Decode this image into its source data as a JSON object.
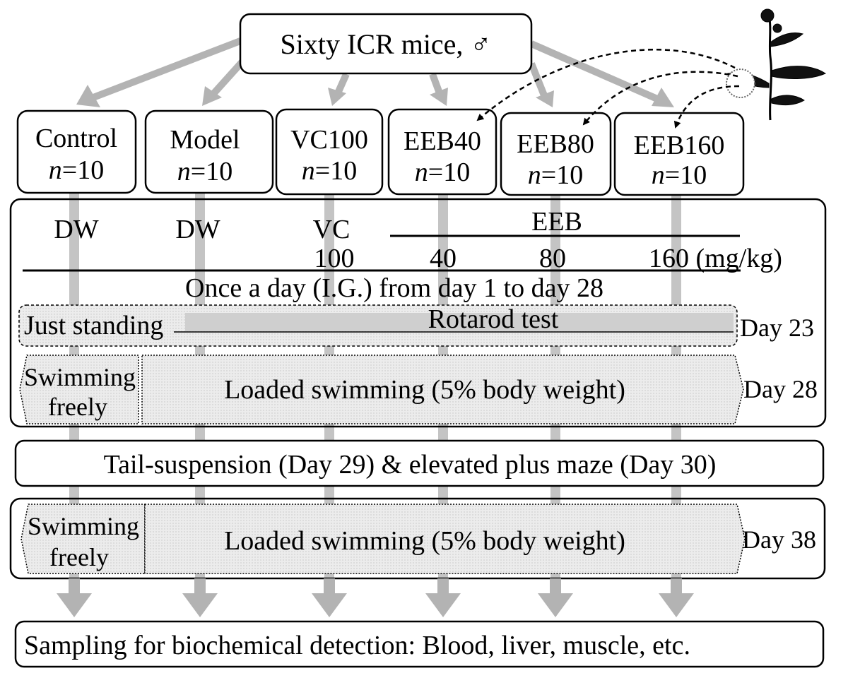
{
  "source": {
    "label": "Sixty ICR mice, ♂"
  },
  "groups": [
    {
      "name": "Control",
      "n_label": "n",
      "n_value": "=10"
    },
    {
      "name": "Model",
      "n_label": "n",
      "n_value": "=10"
    },
    {
      "name": "VC100",
      "n_label": "n",
      "n_value": "=10"
    },
    {
      "name": "EEB40",
      "n_label": "n",
      "n_value": "=10"
    },
    {
      "name": "EEB80",
      "n_label": "n",
      "n_value": "=10"
    },
    {
      "name": "EEB160",
      "n_label": "n",
      "n_value": "=10"
    }
  ],
  "treatment": {
    "control": "DW",
    "model": "DW",
    "vc": "VC",
    "vc_dose": "100",
    "eeb": "EEB",
    "eeb_dose_1": "40",
    "eeb_dose_2": "80",
    "eeb_dose_3": "160 (mg/kg)",
    "schedule": "Once a day (I.G.) from day 1 to day 28"
  },
  "rotarod": {
    "standing": "Just standing",
    "test": "Rotarod test",
    "day": "Day 23"
  },
  "swim_1": {
    "free_line1": "Swimming",
    "free_line2": "freely",
    "loaded": "Loaded swimming (5% body weight)",
    "day": "Day 28"
  },
  "behavior": {
    "label": "Tail-suspension (Day 29) & elevated plus maze (Day 30)"
  },
  "swim_2": {
    "free_line1": "Swimming",
    "free_line2": "freely",
    "loaded": "Loaded swimming (5% body weight)",
    "day": "Day 38"
  },
  "sampling": {
    "label": "Sampling for biochemical detection: Blood, liver, muscle, etc."
  },
  "colors": {
    "arrow_gray": "#b3b3b3",
    "box_fill": "#ececec",
    "bar_fill": "#cfcfcf",
    "stroke": "#000000"
  }
}
